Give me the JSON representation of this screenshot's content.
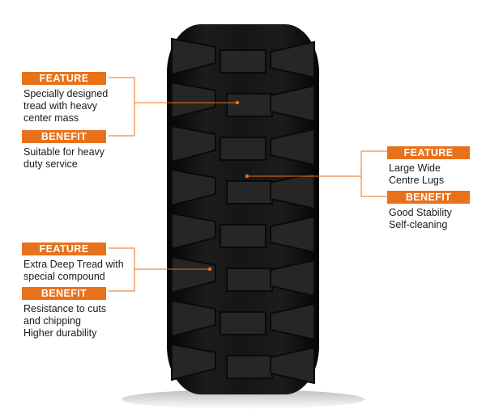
{
  "colors": {
    "accent": "#e8721c",
    "tire": "#141414",
    "text": "#1a1a1a"
  },
  "callouts": [
    {
      "id": "top-left",
      "feature_label": "FEATURE",
      "feature_text": "Specially designed\ntread  with heavy\ncenter mass",
      "benefit_label": "BENEFIT",
      "benefit_text": "Suitable for heavy\nduty service"
    },
    {
      "id": "right",
      "feature_label": "FEATURE",
      "feature_text": "Large Wide\nCentre Lugs",
      "benefit_label": "BENEFIT",
      "benefit_text": "Good Stability\nSelf-cleaning"
    },
    {
      "id": "bottom-left",
      "feature_label": "FEATURE",
      "feature_text": "Extra Deep Tread with\nspecial compound",
      "benefit_label": "BENEFIT",
      "benefit_text": "Resistance to cuts\nand chipping\nHigher durability"
    }
  ]
}
